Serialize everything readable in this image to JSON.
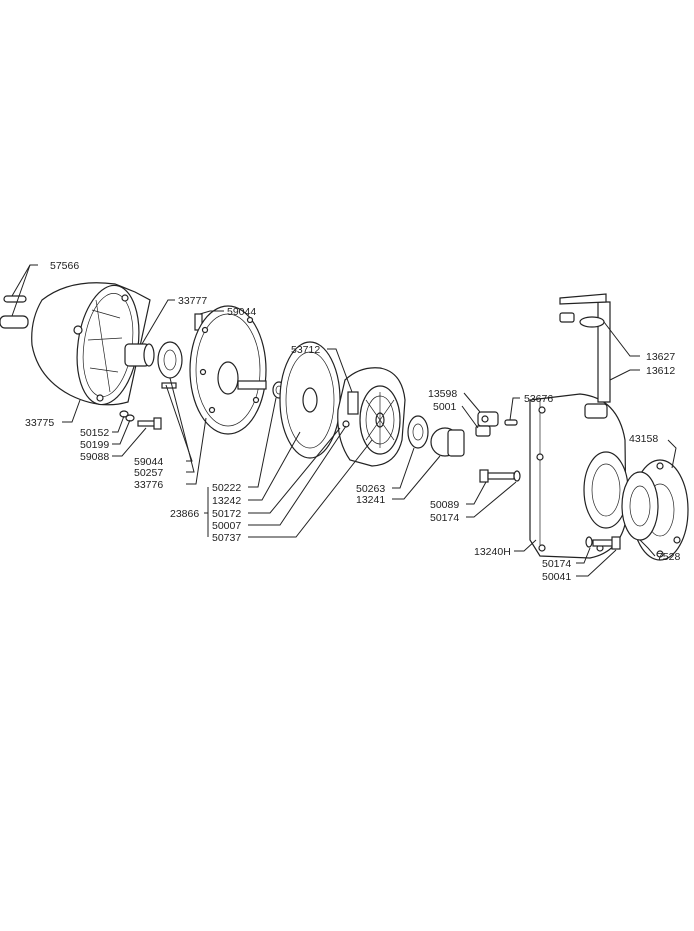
{
  "labels": {
    "p57566": "57566",
    "p33777": "33777",
    "p59044a": "59044",
    "p53712": "53712",
    "p13598": "13598",
    "p5001": "5001",
    "p53676": "53676",
    "p13627": "13627",
    "p13612": "13612",
    "p43158": "43158",
    "p33775": "33775",
    "p50152": "50152",
    "p50199": "50199",
    "p59088": "59088",
    "p59044b": "59044",
    "p50257": "50257",
    "p33776": "33776",
    "p50222": "50222",
    "p13242": "13242",
    "p23866": "23866",
    "p50172": "50172",
    "p50007": "50007",
    "p50737": "50737",
    "p50263": "50263",
    "p13241": "13241",
    "p50089": "50089",
    "p50174a": "50174",
    "p13240H": "13240H",
    "p50174b": "50174",
    "p50041": "50041",
    "p7528": "7528"
  }
}
